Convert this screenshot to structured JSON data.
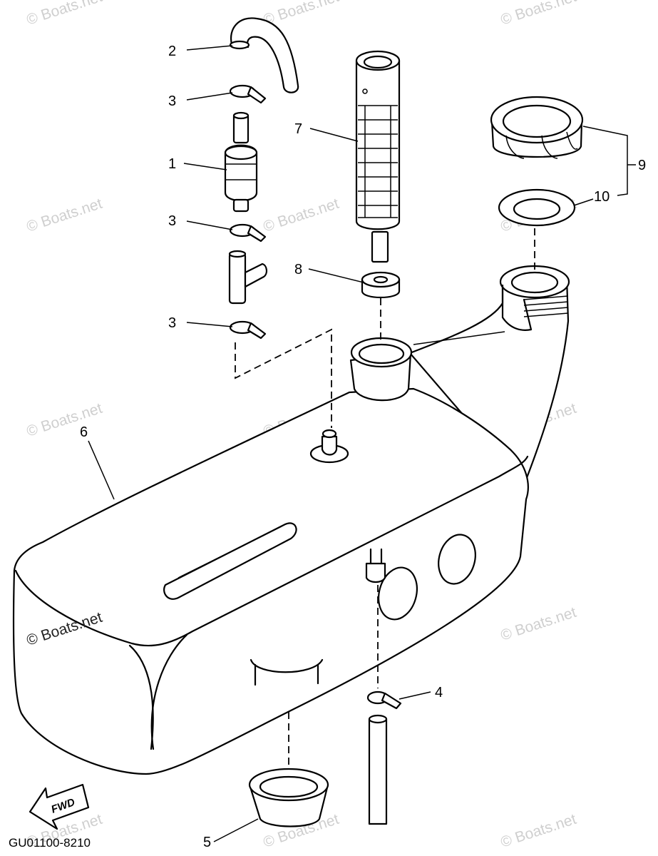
{
  "diagram_code": "GU01100-8210",
  "fwd_label": "FWD",
  "watermark": "© Boats.net",
  "callouts": {
    "c1": "1",
    "c2": "2",
    "c3a": "3",
    "c3b": "3",
    "c3c": "3",
    "c4": "4",
    "c5": "5",
    "c6": "6",
    "c7": "7",
    "c8": "8",
    "c9": "9",
    "c10": "10"
  }
}
